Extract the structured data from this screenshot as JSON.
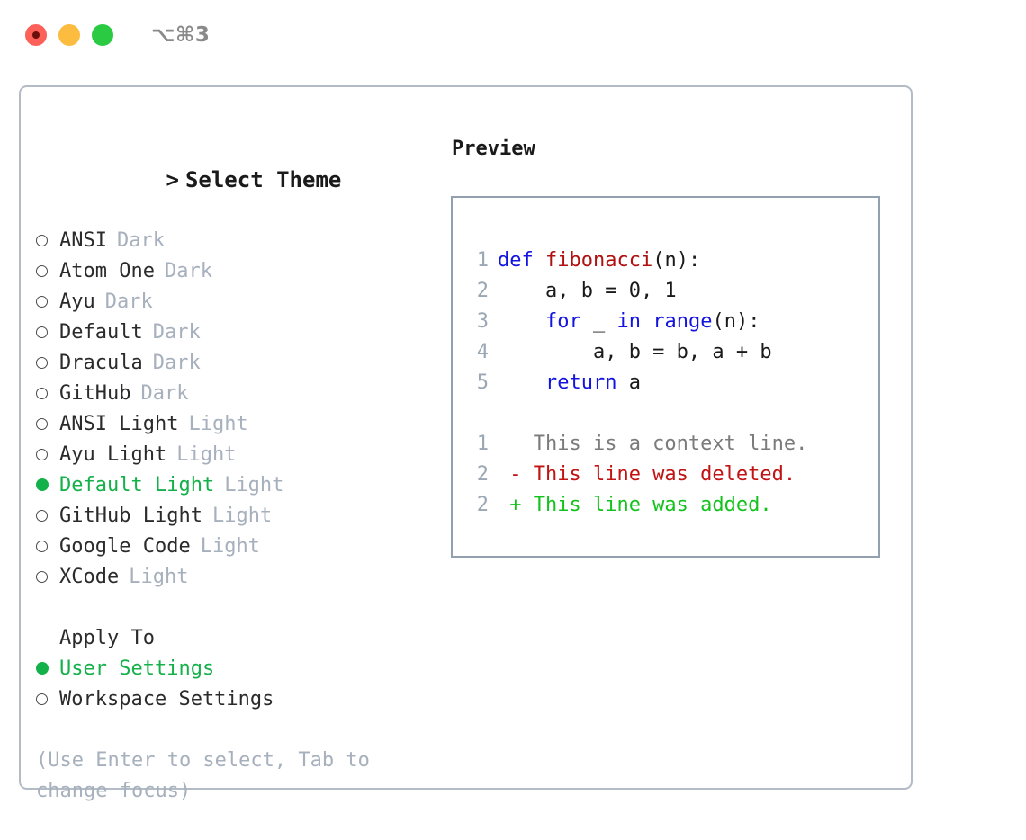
{
  "titlebar": {
    "shortcut": "⌥⌘3",
    "buttons": [
      {
        "name": "close",
        "color": "#fc6058"
      },
      {
        "name": "minimize",
        "color": "#fcbc40"
      },
      {
        "name": "maximize",
        "color": "#2acb42"
      }
    ]
  },
  "theme_picker": {
    "caret": ">",
    "heading": "Select Theme",
    "bullet_selected": "●",
    "bullet_unselected": "○",
    "selected_color": "#14b04a",
    "variant_color": "#a7b0bd",
    "options": [
      {
        "label": "ANSI",
        "variant": "Dark",
        "selected": false
      },
      {
        "label": "Atom One",
        "variant": "Dark",
        "selected": false
      },
      {
        "label": "Ayu",
        "variant": "Dark",
        "selected": false
      },
      {
        "label": "Default",
        "variant": "Dark",
        "selected": false
      },
      {
        "label": "Dracula",
        "variant": "Dark",
        "selected": false
      },
      {
        "label": "GitHub",
        "variant": "Dark",
        "selected": false
      },
      {
        "label": "ANSI Light",
        "variant": "Light",
        "selected": false
      },
      {
        "label": "Ayu Light",
        "variant": "Light",
        "selected": false
      },
      {
        "label": "Default Light",
        "variant": "Light",
        "selected": true
      },
      {
        "label": "GitHub Light",
        "variant": "Light",
        "selected": false
      },
      {
        "label": "Google Code",
        "variant": "Light",
        "selected": false
      },
      {
        "label": "XCode",
        "variant": "Light",
        "selected": false
      }
    ]
  },
  "apply_to": {
    "heading": "Apply To",
    "options": [
      {
        "label": "User Settings",
        "selected": true
      },
      {
        "label": "Workspace Settings",
        "selected": false
      }
    ]
  },
  "hint": "(Use Enter to select, Tab to change focus)",
  "preview": {
    "title": "Preview",
    "code_lines": [
      {
        "number": "1",
        "tokens": [
          {
            "text": "def ",
            "style": "kw"
          },
          {
            "text": "fibonacci",
            "style": "fn"
          },
          {
            "text": "(n):",
            "style": "plain"
          }
        ]
      },
      {
        "number": "2",
        "tokens": [
          {
            "text": "    a, b = 0, 1",
            "style": "plain"
          }
        ]
      },
      {
        "number": "3",
        "tokens": [
          {
            "text": "    for ",
            "style": "kw"
          },
          {
            "text": "_ ",
            "style": "plain"
          },
          {
            "text": "in ",
            "style": "kw"
          },
          {
            "text": "range",
            "style": "kw"
          },
          {
            "text": "(n):",
            "style": "plain"
          }
        ]
      },
      {
        "number": "4",
        "tokens": [
          {
            "text": "        a, b = b, a + b",
            "style": "plain"
          }
        ]
      },
      {
        "number": "5",
        "tokens": [
          {
            "text": "    return ",
            "style": "kw"
          },
          {
            "text": "a",
            "style": "plain"
          }
        ]
      }
    ],
    "diff_lines": [
      {
        "number": "1",
        "tokens": [
          {
            "text": "   This is a context line.",
            "style": "ctx"
          }
        ]
      },
      {
        "number": "2",
        "tokens": [
          {
            "text": " - This line was deleted.",
            "style": "del"
          }
        ]
      },
      {
        "number": "2",
        "tokens": [
          {
            "text": " + This line was added.",
            "style": "add"
          }
        ]
      }
    ]
  }
}
